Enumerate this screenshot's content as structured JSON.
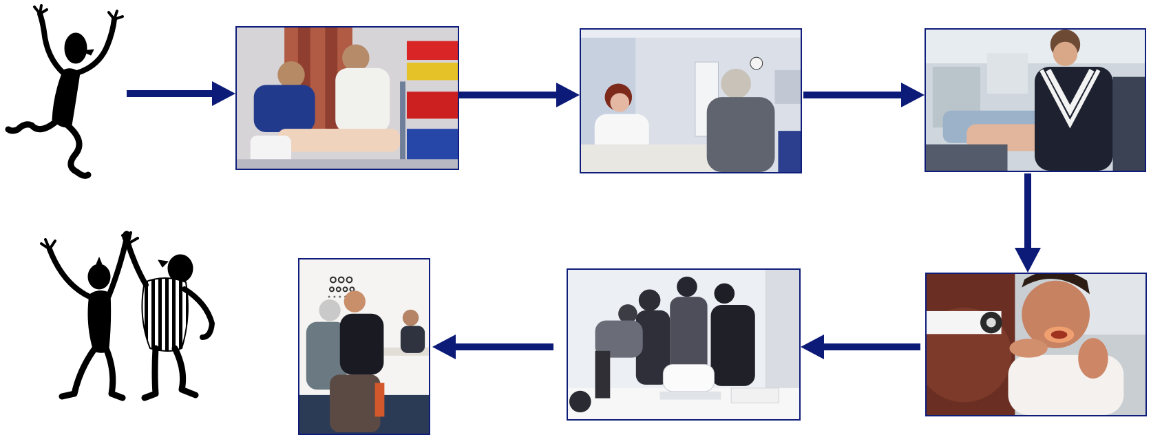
{
  "colors": {
    "arrow": "#0c1a78",
    "frame": "#0f1d7a",
    "figure": "#000000"
  },
  "figures": [
    {
      "name": "single-figure-start",
      "icon": "stick-figure-icon"
    },
    {
      "name": "pair-figures-celebrating",
      "icon": "celebrating-figures-icon"
    }
  ],
  "photos": [
    {
      "name": "photo-leg-examination",
      "subject": "photo-leg-examination-icon"
    },
    {
      "name": "photo-consultation-desk",
      "subject": "photo-consultation-icon"
    },
    {
      "name": "photo-abdominal-exam",
      "subject": "photo-abdominal-exam-icon"
    },
    {
      "name": "photo-throat-exam",
      "subject": "photo-throat-exam-icon"
    },
    {
      "name": "photo-group-practice",
      "subject": "photo-group-practice-icon"
    },
    {
      "name": "photo-eye-exam",
      "subject": "photo-eye-exam-icon"
    }
  ],
  "flow_order": [
    "single-figure-start",
    "photo-leg-examination",
    "photo-consultation-desk",
    "photo-abdominal-exam",
    "photo-throat-exam",
    "photo-group-practice",
    "photo-eye-exam"
  ]
}
